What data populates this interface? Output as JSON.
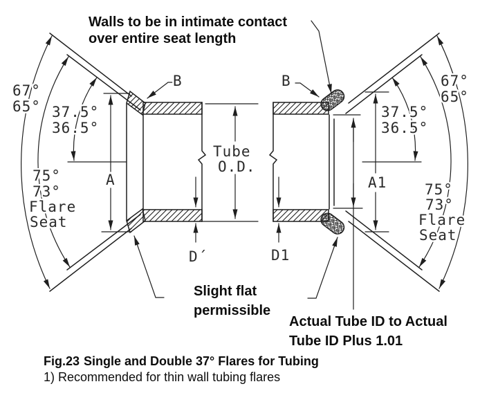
{
  "annotations": {
    "walls": {
      "line1": "Walls to be in intimate contact",
      "line2": "over entire seat length"
    },
    "slight_flat": {
      "line1": "Slight flat",
      "line2": "permissible"
    },
    "tube_id": {
      "line1": "Actual Tube ID to Actual",
      "line2": "Tube ID Plus 1.01"
    }
  },
  "dimensions": {
    "left": {
      "outer_angle_max": "67°",
      "outer_angle_min": "65°",
      "flare_angle_max": "37.5°",
      "flare_angle_min": "36.5°",
      "seat_angle_max": "75°",
      "seat_angle_min": "73°",
      "seat_word1": "Flare",
      "seat_word2": "Seat",
      "height": "A",
      "corner": "B",
      "wall": "D´"
    },
    "right": {
      "outer_angle_max": "67°",
      "outer_angle_min": "65°",
      "flare_angle_max": "37.5°",
      "flare_angle_min": "36.5°",
      "seat_angle_max": "75°",
      "seat_angle_min": "73°",
      "seat_word1": "Flare",
      "seat_word2": "Seat",
      "height": "A1",
      "corner": "B",
      "wall": "D1"
    },
    "center": {
      "od_word1": "Tube",
      "od_word2": "O.D."
    }
  },
  "caption": {
    "fig": "Fig.23",
    "title": "Single and Double 37° Flares for Tubing",
    "note": "1) Recommended for thin wall tubing flares"
  }
}
